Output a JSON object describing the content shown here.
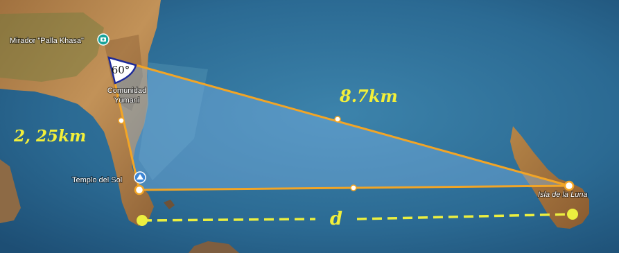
{
  "map": {
    "places": {
      "mirador": "Mirador \"Palla Khasa\"",
      "comunidad_line1": "Comunidad",
      "comunidad_line2": "Yumani",
      "templo": "Templo del Sol",
      "isla": "Isla de la Luna"
    },
    "measurements": {
      "angle": "60°",
      "side_left": "2, 25km",
      "side_long": "8.7km",
      "distance_unknown": "d"
    },
    "icons": [
      "viewpoint-icon",
      "temple-icon"
    ],
    "colors": {
      "water": "#2e6f97",
      "land": "#b9874d",
      "triangle_fill": "#7fb5e6",
      "triangle_stroke": "#f2a526",
      "dashed_line": "#ecef3f",
      "label_text": "#f2ef3a",
      "angle_marker": "#1d2a9a"
    }
  }
}
